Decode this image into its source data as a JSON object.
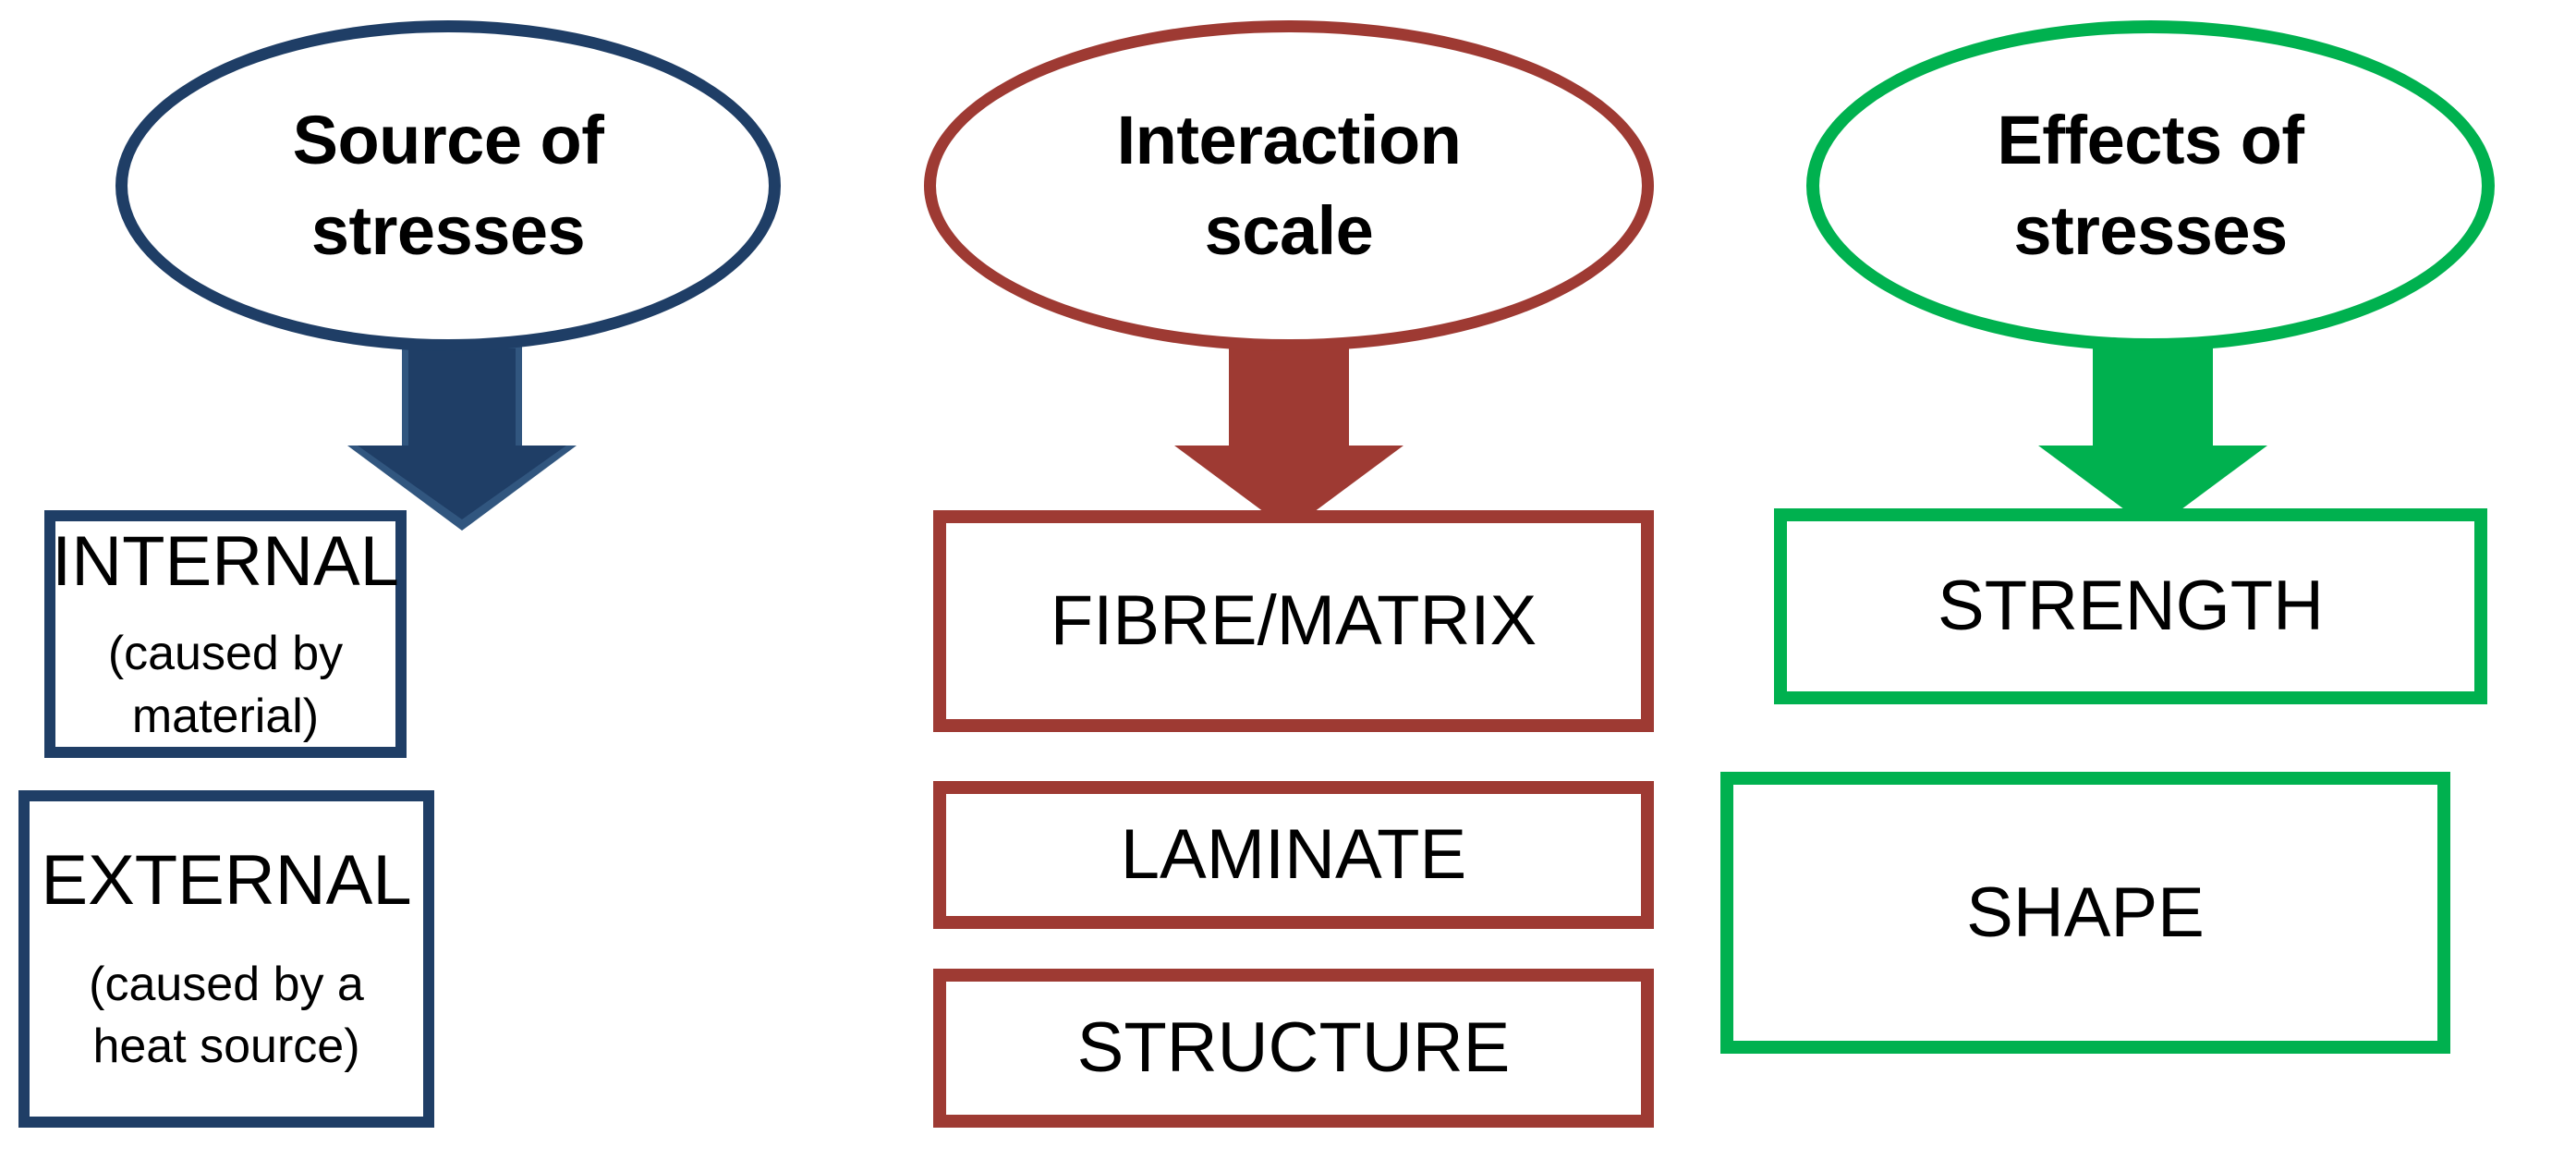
{
  "diagram": {
    "type": "three-column flow diagram",
    "background": "#ffffff",
    "columns": [
      {
        "id": "source",
        "color": "#1F3E66",
        "arrow_fill": "#1F3E66",
        "arrow_stroke": "#31567F",
        "header": {
          "line1": "Source of",
          "line2": "stresses"
        },
        "boxes": [
          {
            "title": "INTERNAL",
            "sub": "(caused by material)"
          },
          {
            "title": "EXTERNAL",
            "sub": "(caused by a heat source)"
          }
        ]
      },
      {
        "id": "scale",
        "color": "#9E3A33",
        "arrow_fill": "#9E3A33",
        "arrow_stroke": "#9E3A33",
        "header": {
          "line1": "Interaction",
          "line2": "scale"
        },
        "boxes": [
          {
            "title": "FIBRE/MATRIX",
            "sub": ""
          },
          {
            "title": "LAMINATE",
            "sub": ""
          },
          {
            "title": "STRUCTURE",
            "sub": ""
          }
        ]
      },
      {
        "id": "effects",
        "color": "#00B14F",
        "arrow_fill": "#00B14F",
        "arrow_stroke": "#00B14F",
        "header": {
          "line1": "Effects of",
          "line2": "stresses"
        },
        "boxes": [
          {
            "title": "STRENGTH",
            "sub": ""
          },
          {
            "title": "SHAPE",
            "sub": ""
          }
        ]
      }
    ]
  }
}
